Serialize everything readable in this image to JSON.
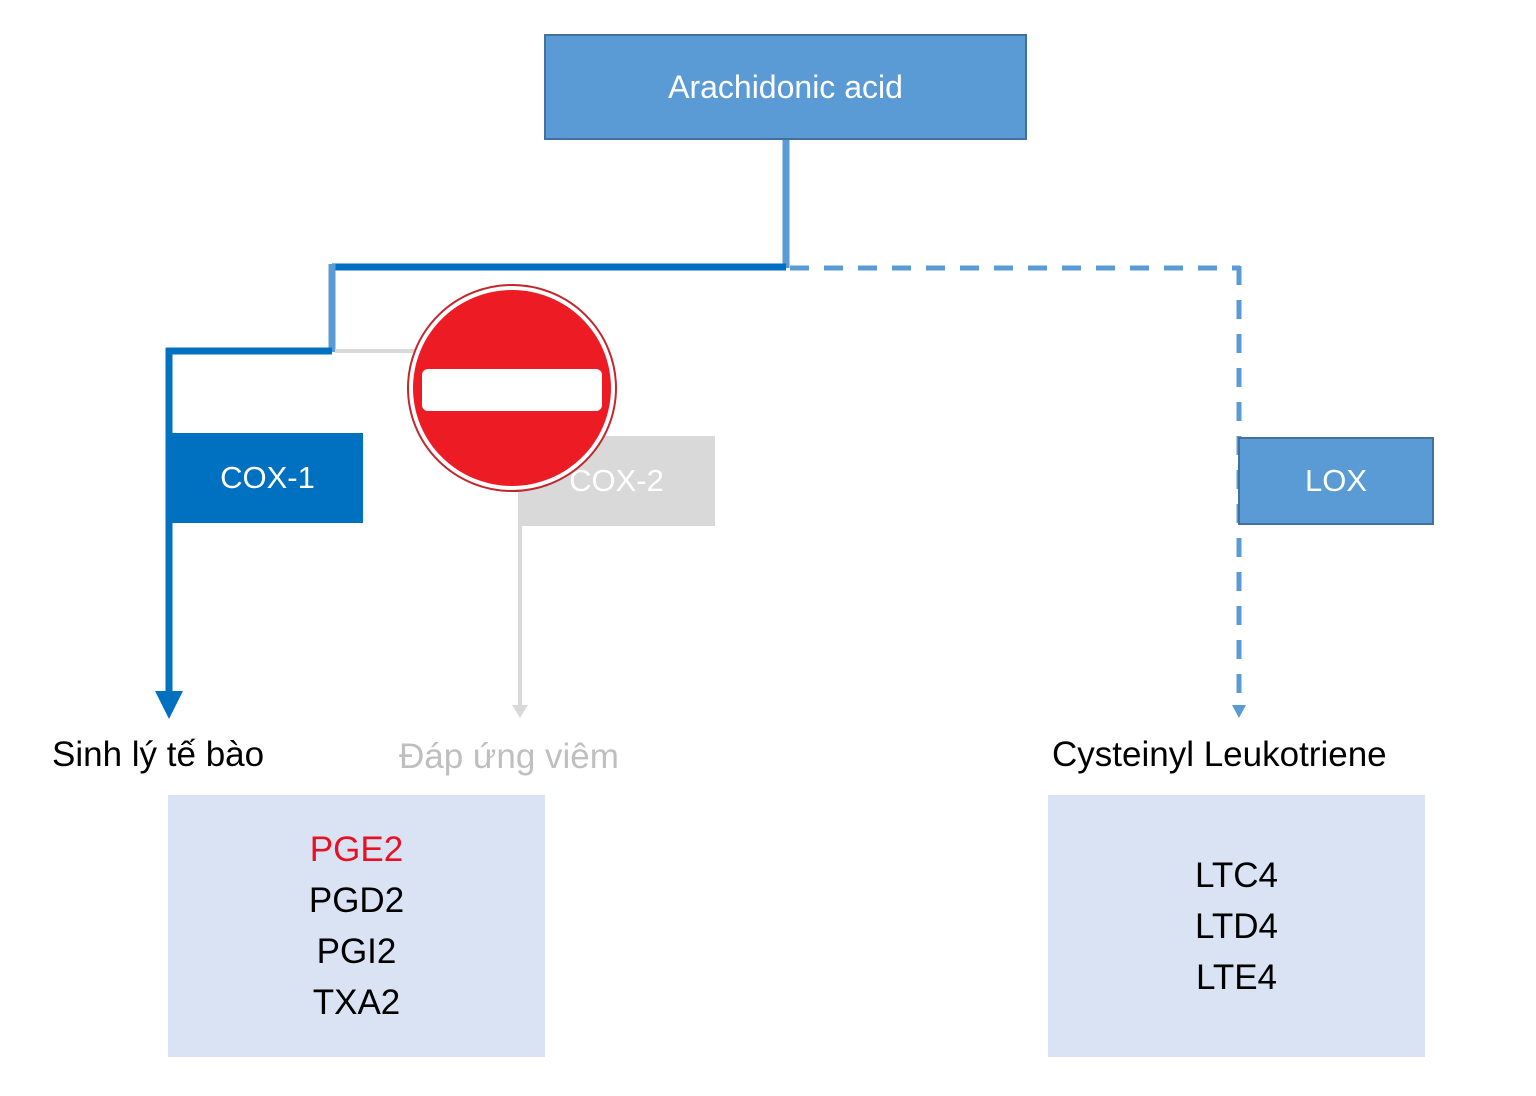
{
  "diagram": {
    "root": {
      "label": "Arachidonic acid",
      "fill": "#5b9bd5",
      "border": "#41719c"
    },
    "colors": {
      "active_path": "#0070c0",
      "root_stem": "#5b9bd5",
      "inactive_path": "#d9d9d9",
      "lox_dashed": "#5b9bd5",
      "highlight_text": "#e81123",
      "dim_text": "#bfbfbf",
      "list_fill": "#dae3f3",
      "stop_sign": "#ed1c24"
    },
    "enzymes": [
      {
        "id": "cox1",
        "label": "COX-1",
        "fill": "#0070c0",
        "state": "active"
      },
      {
        "id": "cox2",
        "label": "COX-2",
        "fill": "#d9d9d9",
        "state": "blocked"
      },
      {
        "id": "lox",
        "label": "LOX",
        "fill": "#5b9bd5",
        "state": "active"
      }
    ],
    "outcomes": [
      {
        "id": "physiology",
        "label": "Sinh lý tế bào",
        "color": "#000000"
      },
      {
        "id": "inflammation",
        "label": "Đáp ứng viêm",
        "color": "#bfbfbf"
      },
      {
        "id": "leukotriene",
        "label": "Cysteinyl Leukotriene",
        "color": "#000000"
      }
    ],
    "lists": {
      "prostaglandins": [
        {
          "text": "PGE2",
          "highlight": true
        },
        {
          "text": "PGD2",
          "highlight": false
        },
        {
          "text": "PGI2",
          "highlight": false
        },
        {
          "text": "TXA2",
          "highlight": false
        }
      ],
      "leukotrienes": [
        {
          "text": "LTC4"
        },
        {
          "text": "LTD4"
        },
        {
          "text": "LTE4"
        }
      ]
    },
    "blocker": {
      "icon": "no-entry-icon",
      "blocks": "COX-2"
    }
  }
}
